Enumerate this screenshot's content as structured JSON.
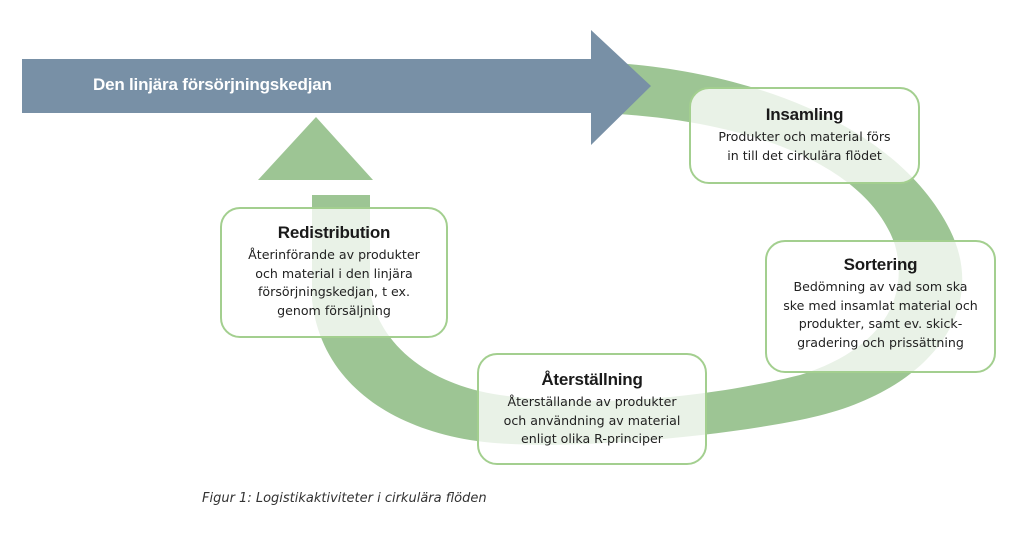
{
  "colors": {
    "linear_arrow": "#7890a6",
    "cycle_arrow": "#9dc594",
    "box_border": "#a3cf8f",
    "box_fill": "#ffffff",
    "text": "#1a1a1a"
  },
  "linear_chain": {
    "label": "Den linjära försörjningskedjan"
  },
  "steps": {
    "insamling": {
      "title": "Insamling",
      "description": "Produkter och material förs in till det cirkulära flödet",
      "lines": [
        "Produkter och material förs",
        "in till det cirkulära flödet"
      ]
    },
    "sortering": {
      "title": "Sortering",
      "description": "Bedömning av vad som ska ske med insamlat material och produkter, samt ev. skick-gradering och prissättning",
      "lines": [
        "Bedömning av vad som ska",
        "ske med insamlat material och",
        "produkter, samt ev. skick-",
        "gradering och prissättning"
      ]
    },
    "aterstallning": {
      "title": "Återställning",
      "description": "Återställande av produkter och användning av material enligt olika R-principer",
      "lines": [
        "Återställande av produkter",
        "och användning av material",
        "enligt olika R-principer"
      ]
    },
    "redistribution": {
      "title": "Redistribution",
      "description": "Återinförande av produkter och material i den linjära försörjningskedjan, t ex. genom försäljning",
      "lines": [
        "Återinförande av produkter",
        "och material i den linjära",
        "försörjningskedjan, t ex.",
        "genom försäljning"
      ]
    }
  },
  "caption": "Figur 1: Logistikaktiviteter i cirkulära flöden"
}
